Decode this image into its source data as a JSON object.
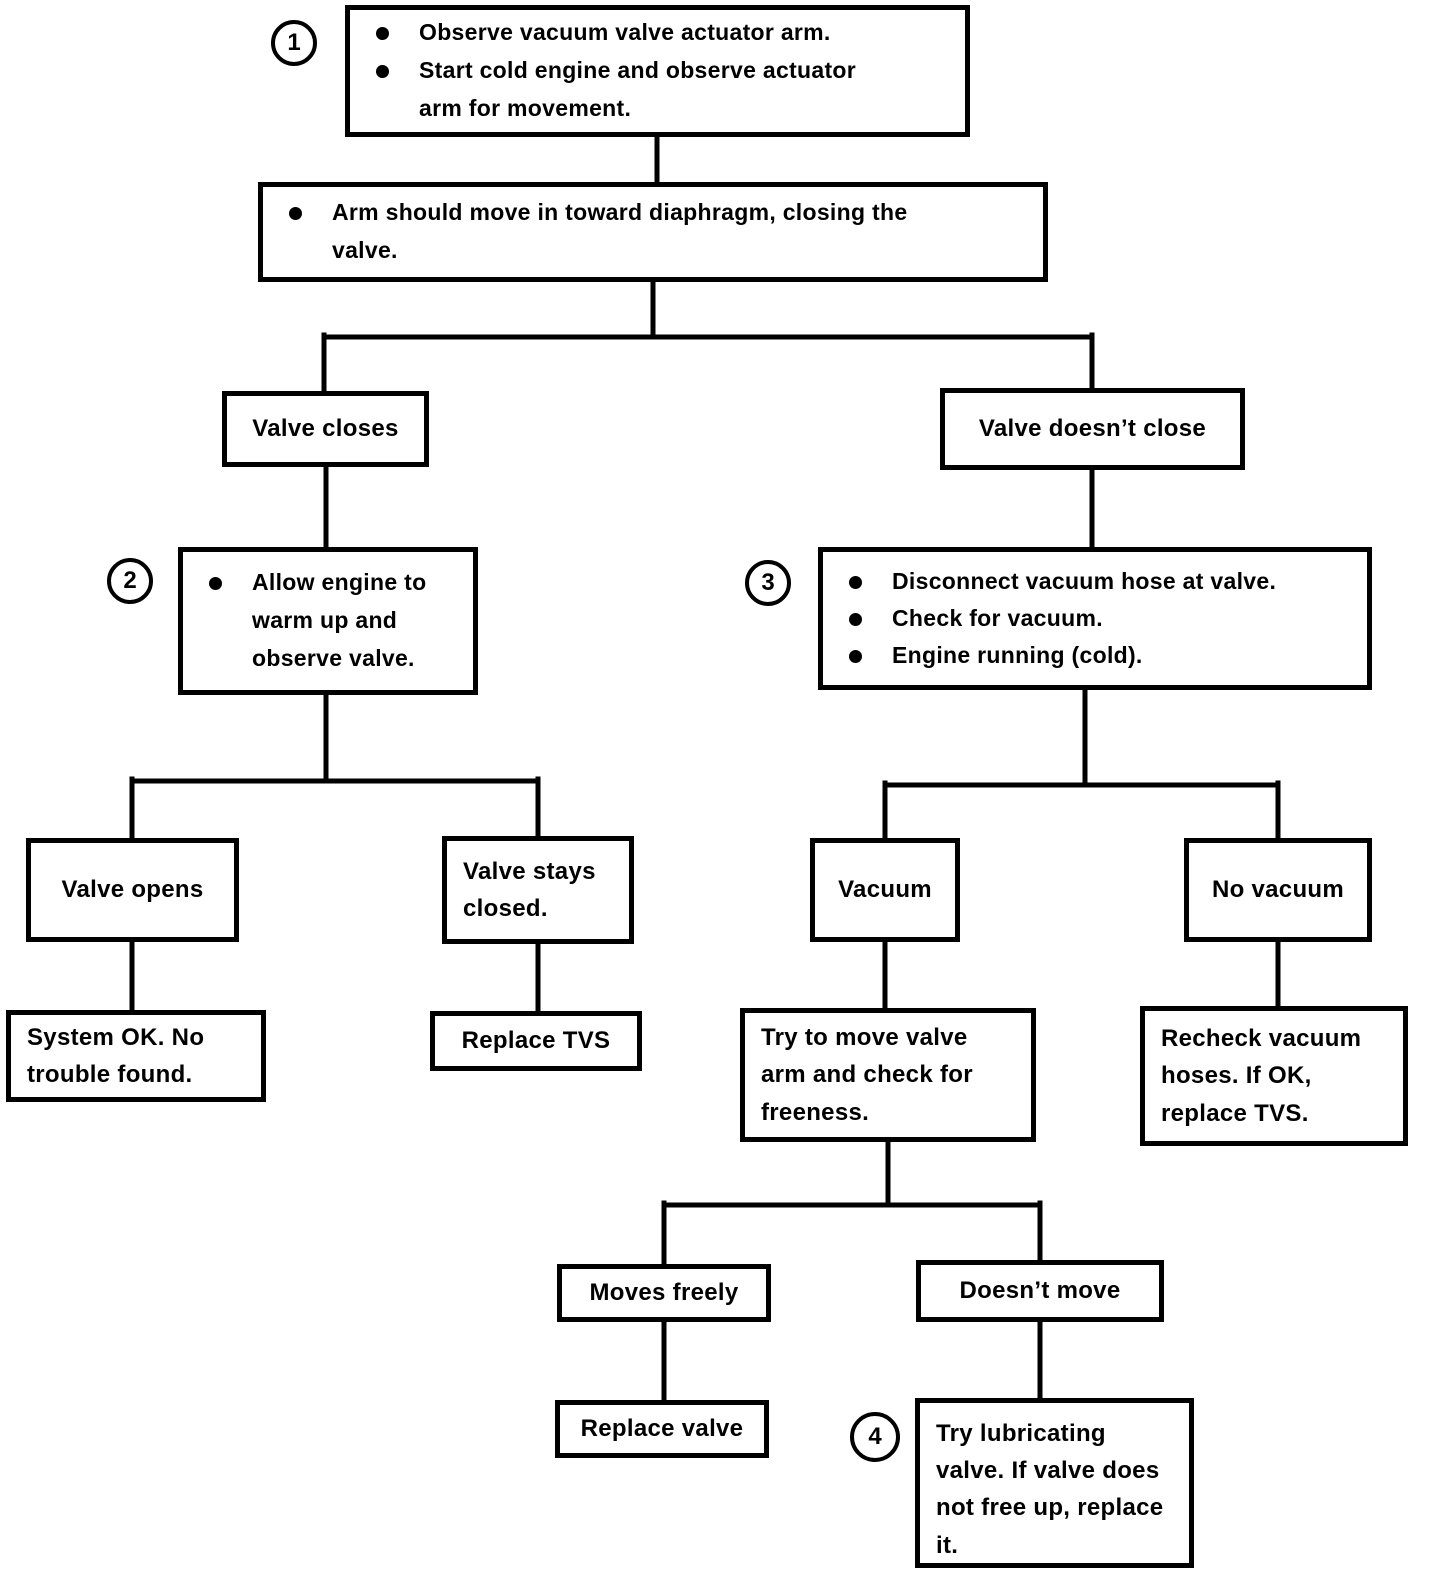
{
  "diagram": {
    "title": "Vacuum valve actuator troubleshooting flowchart",
    "colors": {
      "ink": "#000000",
      "paper": "#ffffff"
    },
    "nodes": {
      "step1": {
        "number": "1",
        "bullets": [
          "Observe vacuum valve actuator arm.",
          "Start cold engine and observe actuator arm for movement."
        ]
      },
      "expected_result": {
        "bullets": [
          "Arm should move in toward diaphragm, closing the valve."
        ]
      },
      "valve_closes": {
        "label": "Valve closes"
      },
      "valve_doesnt_close": {
        "label": "Valve doesn’t close"
      },
      "step2": {
        "number": "2",
        "bullets": [
          "Allow engine to warm up and observe valve."
        ]
      },
      "step3": {
        "number": "3",
        "bullets": [
          "Disconnect vacuum hose at valve.",
          "Check for vacuum.",
          "Engine running (cold)."
        ]
      },
      "valve_opens": {
        "label": "Valve opens"
      },
      "valve_stays_closed": {
        "label": "Valve stays closed."
      },
      "vacuum": {
        "label": "Vacuum"
      },
      "no_vacuum": {
        "label": "No vacuum"
      },
      "system_ok": {
        "label": "System OK. No trouble found."
      },
      "replace_tvs": {
        "label": "Replace TVS"
      },
      "try_to_move": {
        "label": "Try to move valve arm and check for freeness."
      },
      "recheck_hoses": {
        "label": "Recheck vacuum hoses. If OK, replace TVS."
      },
      "moves_freely": {
        "label": "Moves freely"
      },
      "doesnt_move": {
        "label": "Doesn’t move"
      },
      "replace_valve": {
        "label": "Replace valve"
      },
      "step4": {
        "number": "4",
        "label": "Try lubricating valve. If valve does not free up, replace it."
      }
    }
  }
}
